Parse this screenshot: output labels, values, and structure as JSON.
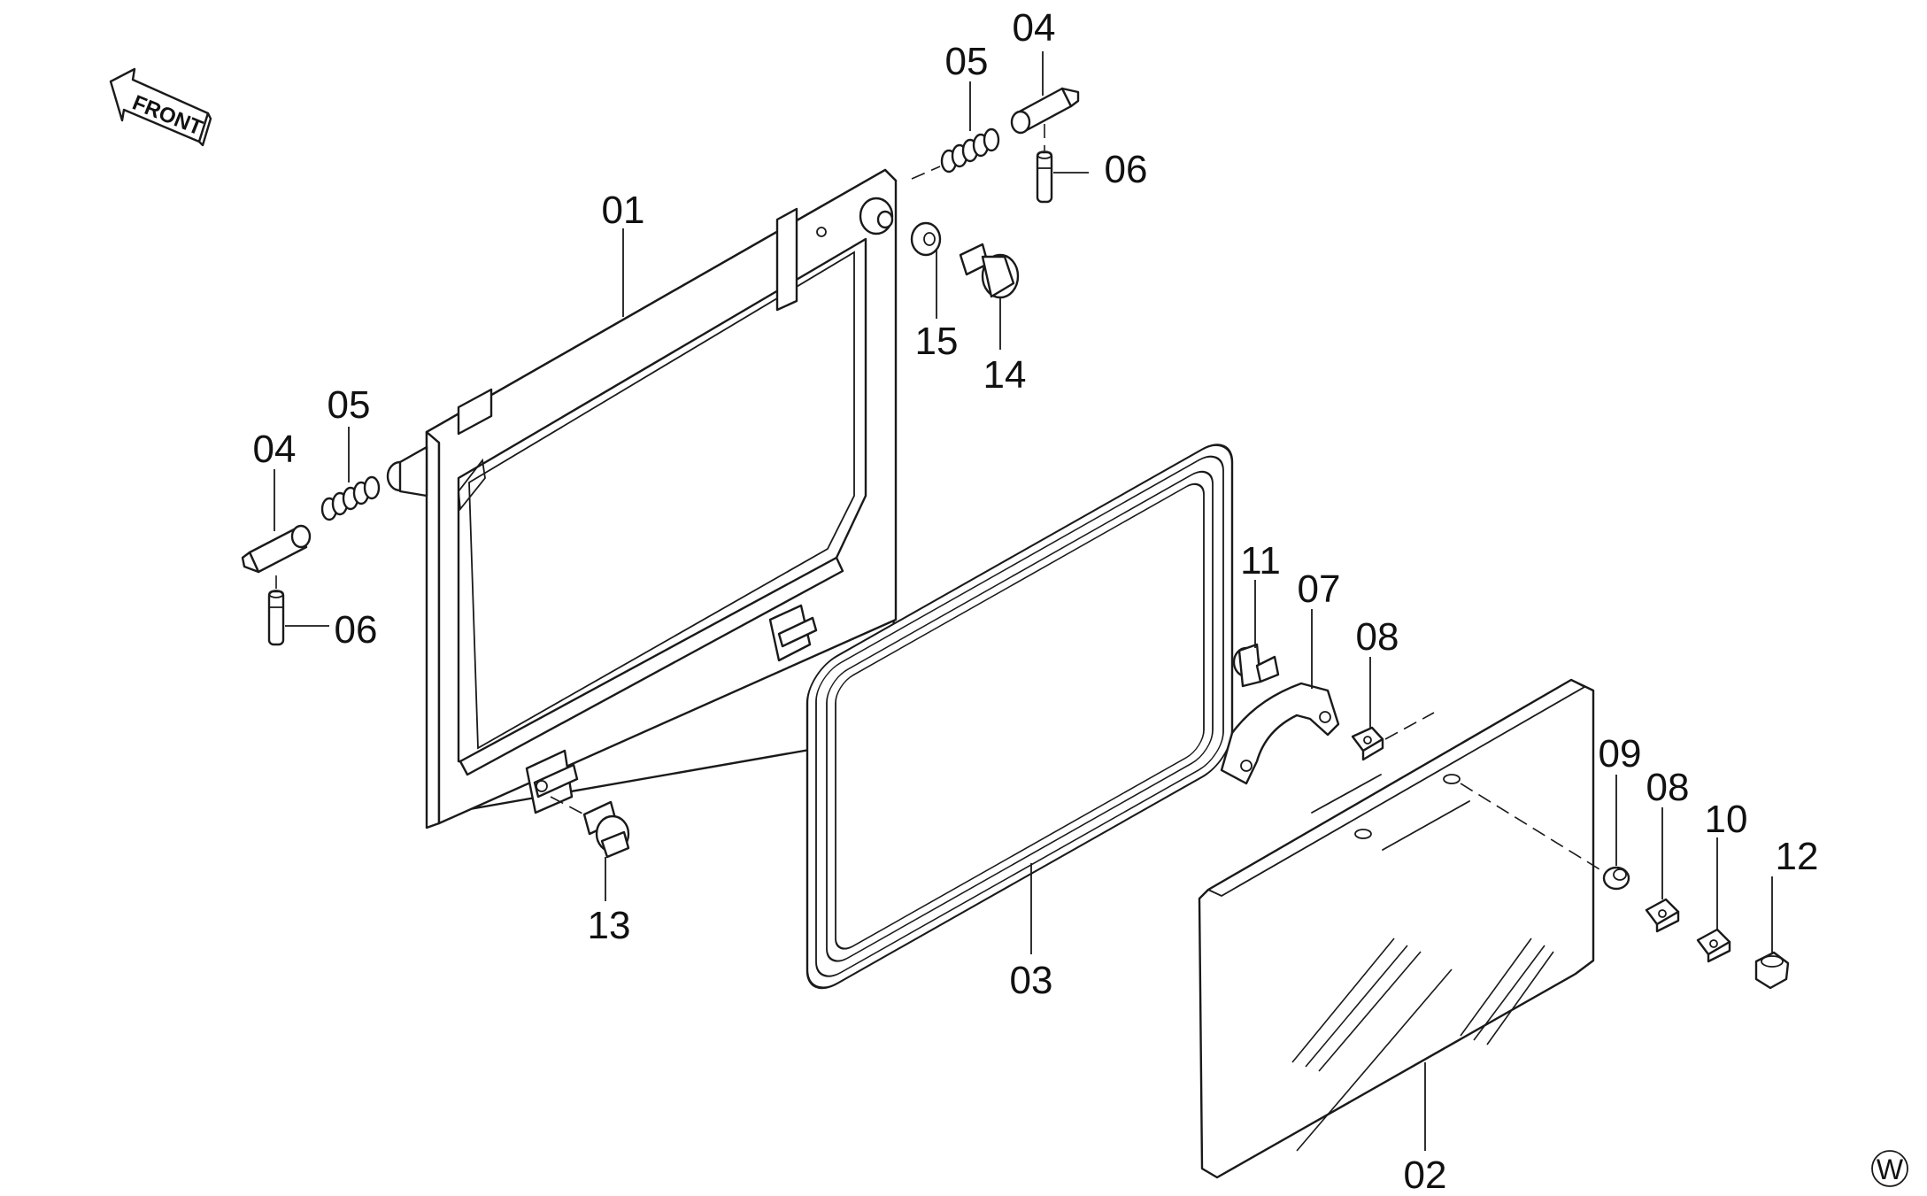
{
  "diagram": {
    "front_arrow_label": "FRONT",
    "corner_mark": "W",
    "callouts": {
      "c01": "01",
      "c02": "02",
      "c03": "03",
      "c04_top": "04",
      "c04_left": "04",
      "c05_top": "05",
      "c05_left": "05",
      "c06_top": "06",
      "c06_left": "06",
      "c07": "07",
      "c08_upper": "08",
      "c08_lower": "08",
      "c09": "09",
      "c10": "10",
      "c11": "11",
      "c12": "12",
      "c13": "13",
      "c14": "14",
      "c15": "15"
    }
  }
}
